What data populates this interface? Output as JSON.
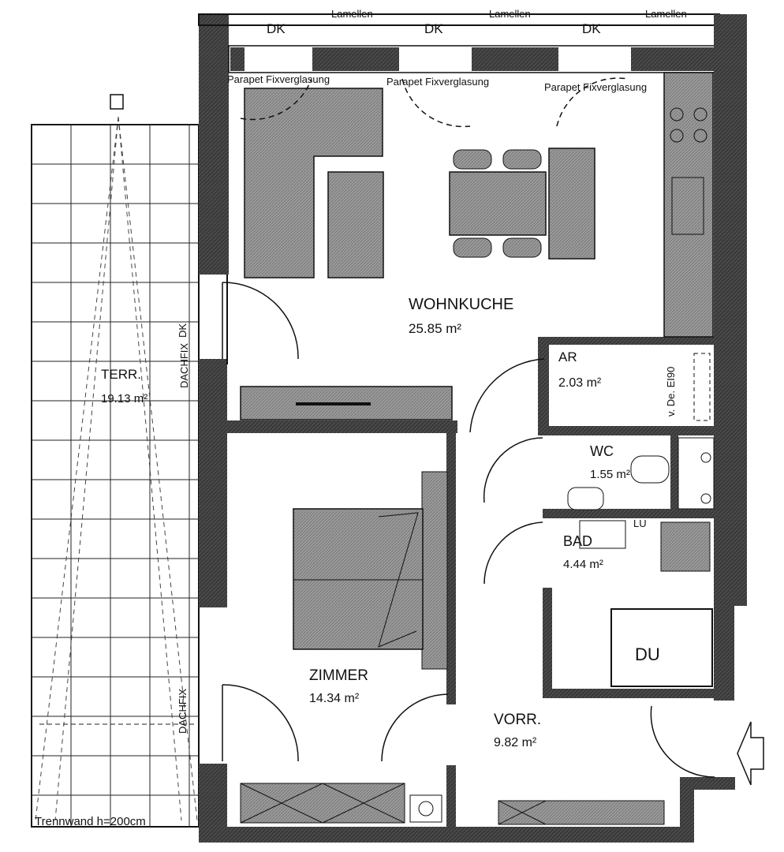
{
  "colors": {
    "wall": "#3a3a3a",
    "furniture": "#9a9a9a",
    "furniture_dark": "#7d7d7d",
    "line": "#111111",
    "paper": "#ffffff"
  },
  "rooms": {
    "wohnkuche": {
      "name": "WOHNKUCHE",
      "area": "25.85 m²"
    },
    "ar": {
      "name": "AR",
      "area": "2.03 m²"
    },
    "wc": {
      "name": "WC",
      "area": "1.55 m²"
    },
    "bad": {
      "name": "BAD",
      "area": "4.44 m²"
    },
    "du": {
      "name": "DU"
    },
    "zimmer": {
      "name": "ZIMMER",
      "area": "14.34 m²"
    },
    "vorr": {
      "name": "VORR.",
      "area": "9.82 m²"
    },
    "terr": {
      "name": "TERR.",
      "area": "19.13 m²"
    }
  },
  "windows": {
    "dk": "DK",
    "lamellen": "Lamellen",
    "parapet": "Parapet Fixverglasung",
    "dk_side": "DK",
    "dachfix": "DACHFIX"
  },
  "notes": {
    "trennwand": "Trennwand h=200cm",
    "door_note": "v. De. EI90",
    "lu": "LU"
  }
}
